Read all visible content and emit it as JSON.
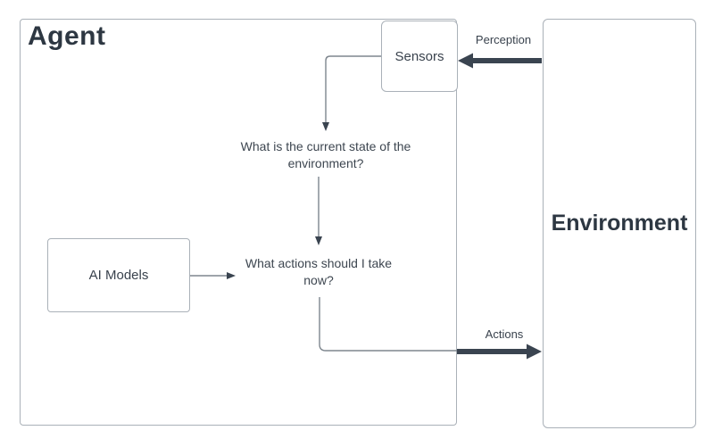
{
  "diagram": {
    "agent": {
      "label": "Agent"
    },
    "environment": {
      "label": "Environment"
    },
    "sensors": {
      "label": "Sensors"
    },
    "ai_models": {
      "label": "AI Models"
    },
    "question_state": {
      "text": "What is the current state of the environment?"
    },
    "question_actions": {
      "text": "What actions should I take now?"
    },
    "arrows": {
      "perception_label": "Perception",
      "actions_label": "Actions"
    },
    "colors": {
      "text_dark": "#2d3742",
      "arrow_dark": "#3a4450",
      "connector": "#7e868e",
      "border": "#aab1b8"
    }
  }
}
